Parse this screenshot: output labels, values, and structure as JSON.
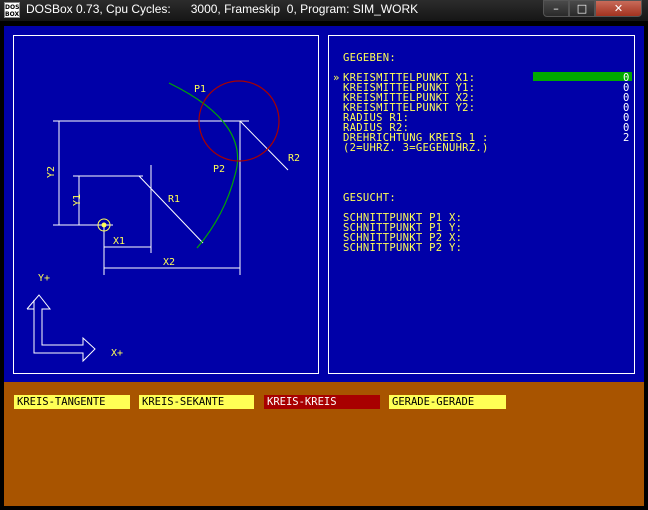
{
  "window": {
    "title": "DOSBox 0.73, Cpu Cycles:      3000, Frameskip  0, Program: SIM_WORK",
    "icon_text": "DOS BOX",
    "minimize": "–",
    "maximize": "□",
    "close": "✕"
  },
  "drawing": {
    "labels": {
      "p1": "P1",
      "p2": "P2",
      "r1": "R1",
      "r2": "R2",
      "x1": "X1",
      "x2": "X2",
      "y1": "Y1",
      "y2": "Y2",
      "x_axis": "X+",
      "y_axis": "Y+"
    },
    "colors": {
      "circle1": "#00a800",
      "circle2": "#a80000",
      "lines": "#ffffff",
      "labels": "#ffff55"
    }
  },
  "form": {
    "given_heading": "GEGEBEN:",
    "cursor": "»",
    "fields": [
      {
        "label": "KREISMITTELPUNKT X1:",
        "value": "0"
      },
      {
        "label": "KREISMITTELPUNKT Y1:",
        "value": "0"
      },
      {
        "label": "KREISMITTELPUNKT X2:",
        "value": "0"
      },
      {
        "label": "KREISMITTELPUNKT Y2:",
        "value": "0"
      },
      {
        "label": "RADIUS R1:",
        "value": "0"
      },
      {
        "label": "RADIUS R2:",
        "value": "0"
      },
      {
        "label": "DREHRICHTUNG KREIS 1 :",
        "value": "2"
      }
    ],
    "hint": "(2=UHRZ. 3=GEGENUHRZ.)",
    "sought_heading": "GESUCHT:",
    "results": [
      {
        "label": "SCHNITTPUNKT P1 X:"
      },
      {
        "label": "SCHNITTPUNKT P1 Y:"
      },
      {
        "label": "SCHNITTPUNKT P2 X:"
      },
      {
        "label": "SCHNITTPUNKT P2 Y:"
      }
    ],
    "active_color": "#00a800"
  },
  "menu": {
    "items": [
      {
        "label": "KREIS-TANGENTE",
        "active": false
      },
      {
        "label": "KREIS-SEKANTE",
        "active": false
      },
      {
        "label": "KREIS-KREIS",
        "active": true
      },
      {
        "label": "GERADE-GERADE",
        "active": false
      }
    ],
    "colors": {
      "normal_bg": "#ffff55",
      "active_bg": "#a80000"
    }
  }
}
